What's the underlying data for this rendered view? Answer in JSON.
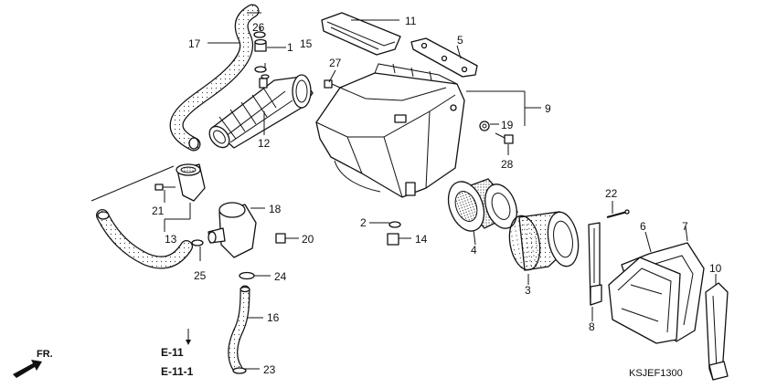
{
  "diagram": {
    "code": "KSJEF1300",
    "front_arrow_label": "FR.",
    "refs": [
      "E-11",
      "E-11-1"
    ],
    "callouts": [
      "1",
      "2",
      "3",
      "4",
      "5",
      "6",
      "7",
      "8",
      "9",
      "10",
      "11",
      "12",
      "13",
      "14",
      "15",
      "16",
      "17",
      "18",
      "19",
      "20",
      "21",
      "22",
      "23",
      "24",
      "25",
      "26",
      "27",
      "28"
    ]
  }
}
